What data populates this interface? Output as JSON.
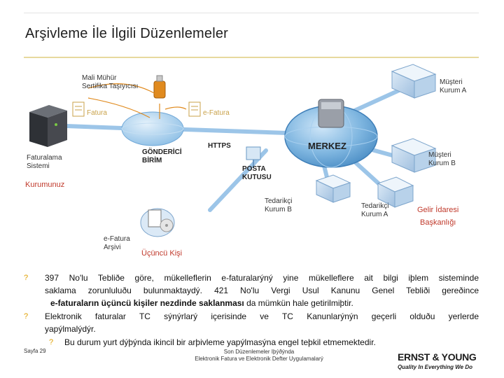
{
  "title": "Arşivleme İle İlgili Düzenlemeler",
  "diagram": {
    "labels": {
      "mali_muhur": "Mali Mühür",
      "sertifika": "Sertifika Taşıyıcısı",
      "fatura": "Fatura",
      "efatura": "e-Fatura",
      "faturalama1": "Faturalama",
      "faturalama2": "Sistemi",
      "gonderici1": "GÖNDERİCİ",
      "gonderici2": "BİRİM",
      "https": "HTTPS",
      "merkez": "MERKEZ",
      "posta1": "POSTA",
      "posta2": "KUTUSU",
      "musteri_a1": "Müşteri",
      "musteri_a2": "Kurum A",
      "musteri_b1": "Müşteri",
      "musteri_b2": "Kurum B",
      "tedarikci_b1": "Tedarikçi",
      "tedarikci_b2": "Kurum B",
      "tedarikci_a1": "Tedarikçi",
      "tedarikci_a2": "Kurum A",
      "kurumunuz": "Kurumunuz",
      "gelir1": "Gelir İdaresi",
      "gelir2": "Başkanlığı",
      "arsiv1": "e-Fatura",
      "arsiv2": "Arşivi",
      "ucuncu": "Üçüncü Kişi"
    }
  },
  "bullets": {
    "marker": "?",
    "item1": {
      "line1": "397 No'lu Tebliðe göre, mükelleflerin e-faturalarýný yine mükelleflere ait bilgi iþlem sisteminde",
      "line2": "saklama zorunluluðu bulunmaktaydý. 421 No'lu Vergi Usul Kanunu Genel Tebliði gereðince",
      "line3_bold": "e-faturaların üçüncü kişiler nezdinde saklanması",
      "line3_rest": " da mümkün hale getirilmiþtir."
    },
    "item2": {
      "line1": "Elektronik faturalar TC sýnýrlarý içerisinde ve TC Kanunlarýnýn geçerli olduðu yerlerde",
      "line2": "yapýlmalýdýr."
    },
    "sub": {
      "marker": "?",
      "text": "Bu durum yurt dýþýnda ikincil bir arþivleme yapýlmasýna engel teþkil etmemektedir."
    }
  },
  "footer": {
    "page": "Sayfa 29",
    "center1": "Son Düzenlemeler Iþýðýnda",
    "center2": "Elektronik Fatura ve Elektronik Defter Uygulamalarý",
    "logo": "ERNST & YOUNG",
    "tagline": "Quality In Everything We Do"
  },
  "colors": {
    "accent": "#e7d99e",
    "red": "#c0392b",
    "network": "#7fb6e0"
  }
}
